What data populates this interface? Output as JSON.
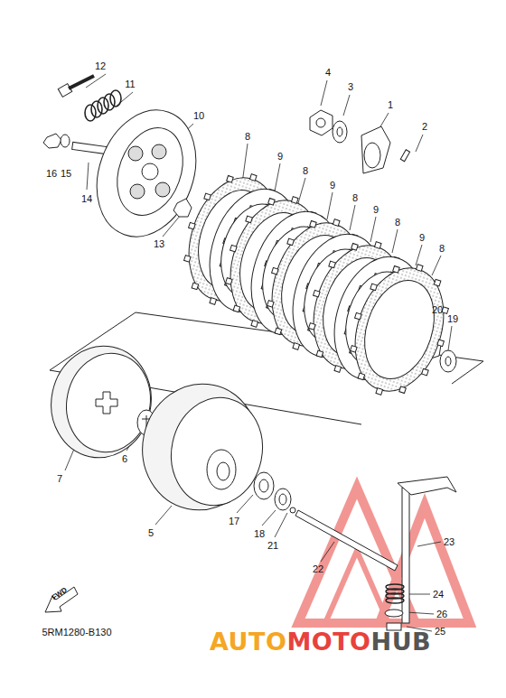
{
  "diagram": {
    "labels": [
      "12",
      "11",
      "10",
      "16",
      "15",
      "14",
      "13",
      "4",
      "3",
      "1",
      "2",
      "8",
      "9",
      "8",
      "9",
      "8",
      "9",
      "8",
      "9",
      "8",
      "20",
      "19",
      "7",
      "6",
      "5",
      "17",
      "18",
      "21",
      "22",
      "23",
      "24",
      "26",
      "25",
      "FWD",
      "5RM1280-B130",
      "AUTO",
      "MOTO",
      "HUB"
    ]
  }
}
